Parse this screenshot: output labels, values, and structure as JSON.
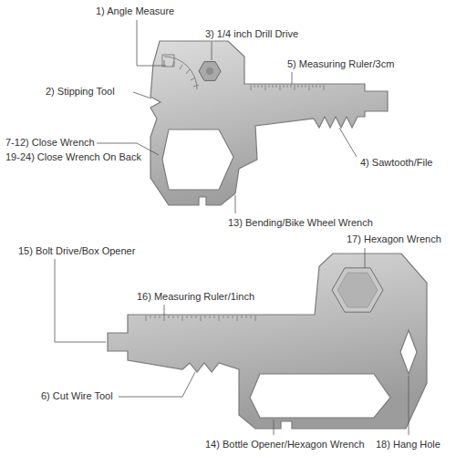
{
  "diagram": {
    "labels": [
      "1) Angle Measure",
      "3) 1/4 inch Drill Drive",
      "5) Measuring Ruler/3cm",
      "2) Stipping Tool",
      "4) Sawtooth/File",
      "7-12) Close Wrench",
      "19-24) Close Wrench On Back",
      "13) Bending/Bike Wheel Wrench",
      "15) Bolt Drive/Box Opener",
      "17) Hexagon Wrench",
      "16) Measuring Ruler/1inch",
      "6) Cut Wire Tool",
      "18) Hang Hole",
      "14) Bottle Opener/Hexagon Wrench"
    ]
  }
}
